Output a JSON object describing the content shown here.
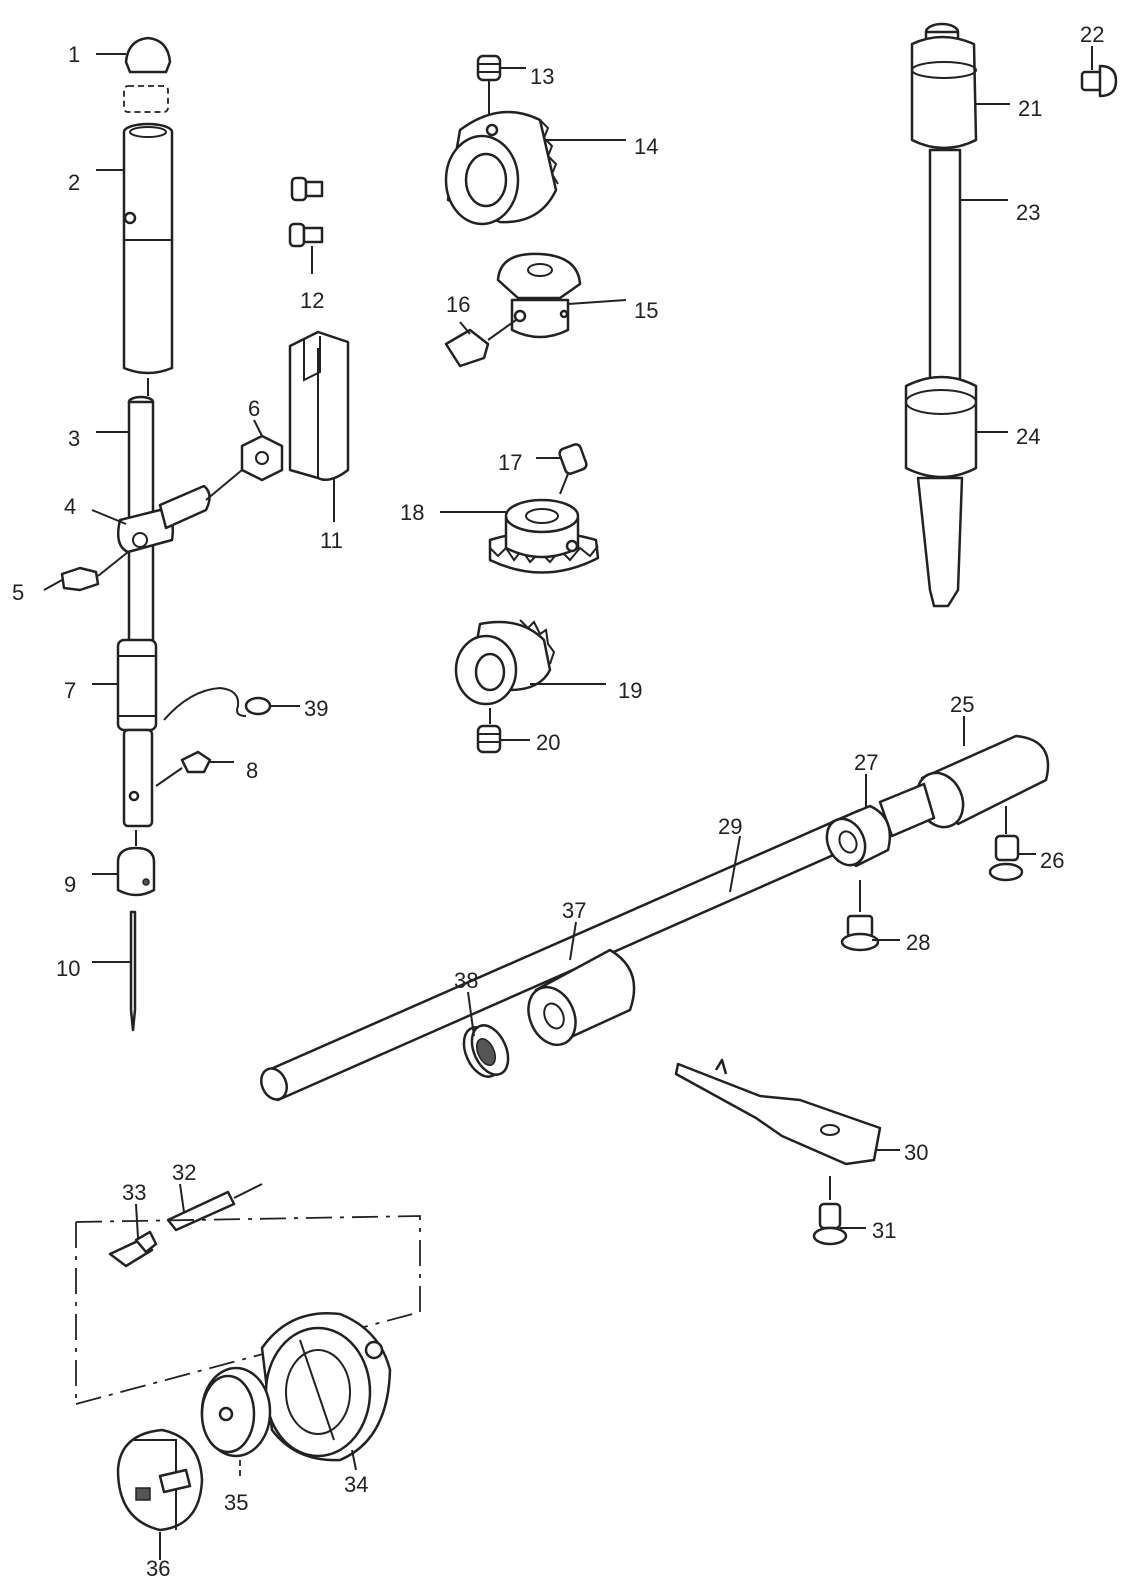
{
  "diagram": {
    "callouts": [
      "1",
      "2",
      "3",
      "4",
      "5",
      "6",
      "7",
      "8",
      "9",
      "10",
      "11",
      "12",
      "13",
      "14",
      "15",
      "16",
      "17",
      "18",
      "19",
      "20",
      "21",
      "22",
      "23",
      "24",
      "25",
      "26",
      "27",
      "28",
      "29",
      "30",
      "31",
      "32",
      "33",
      "34",
      "35",
      "36",
      "37",
      "38",
      "39"
    ]
  }
}
